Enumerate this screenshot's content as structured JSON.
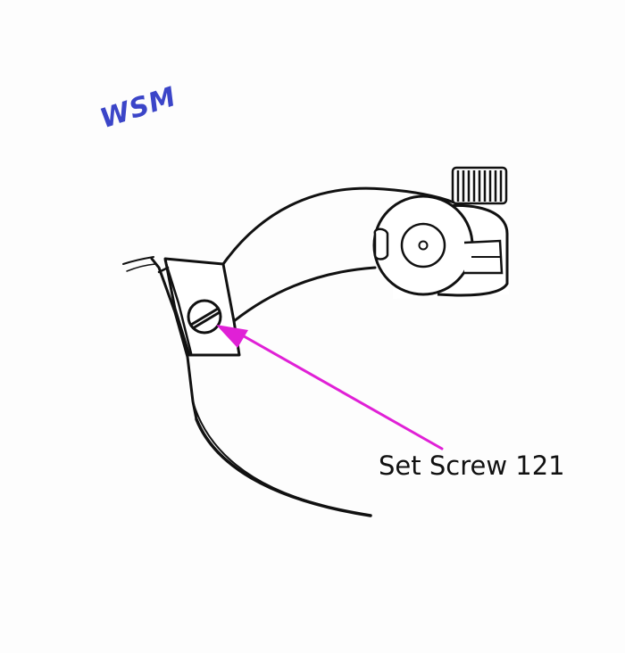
{
  "watermark": {
    "text": "WSM",
    "color": "#3b45c8"
  },
  "callout": {
    "label": "Set Screw 121",
    "arrow_color": "#e020d6"
  },
  "parts": {
    "bracket": "needle-bar-bracket",
    "screw": "set-screw",
    "knurled_knob": "knurled-adjustment-knob",
    "needle": "curved-needle"
  }
}
